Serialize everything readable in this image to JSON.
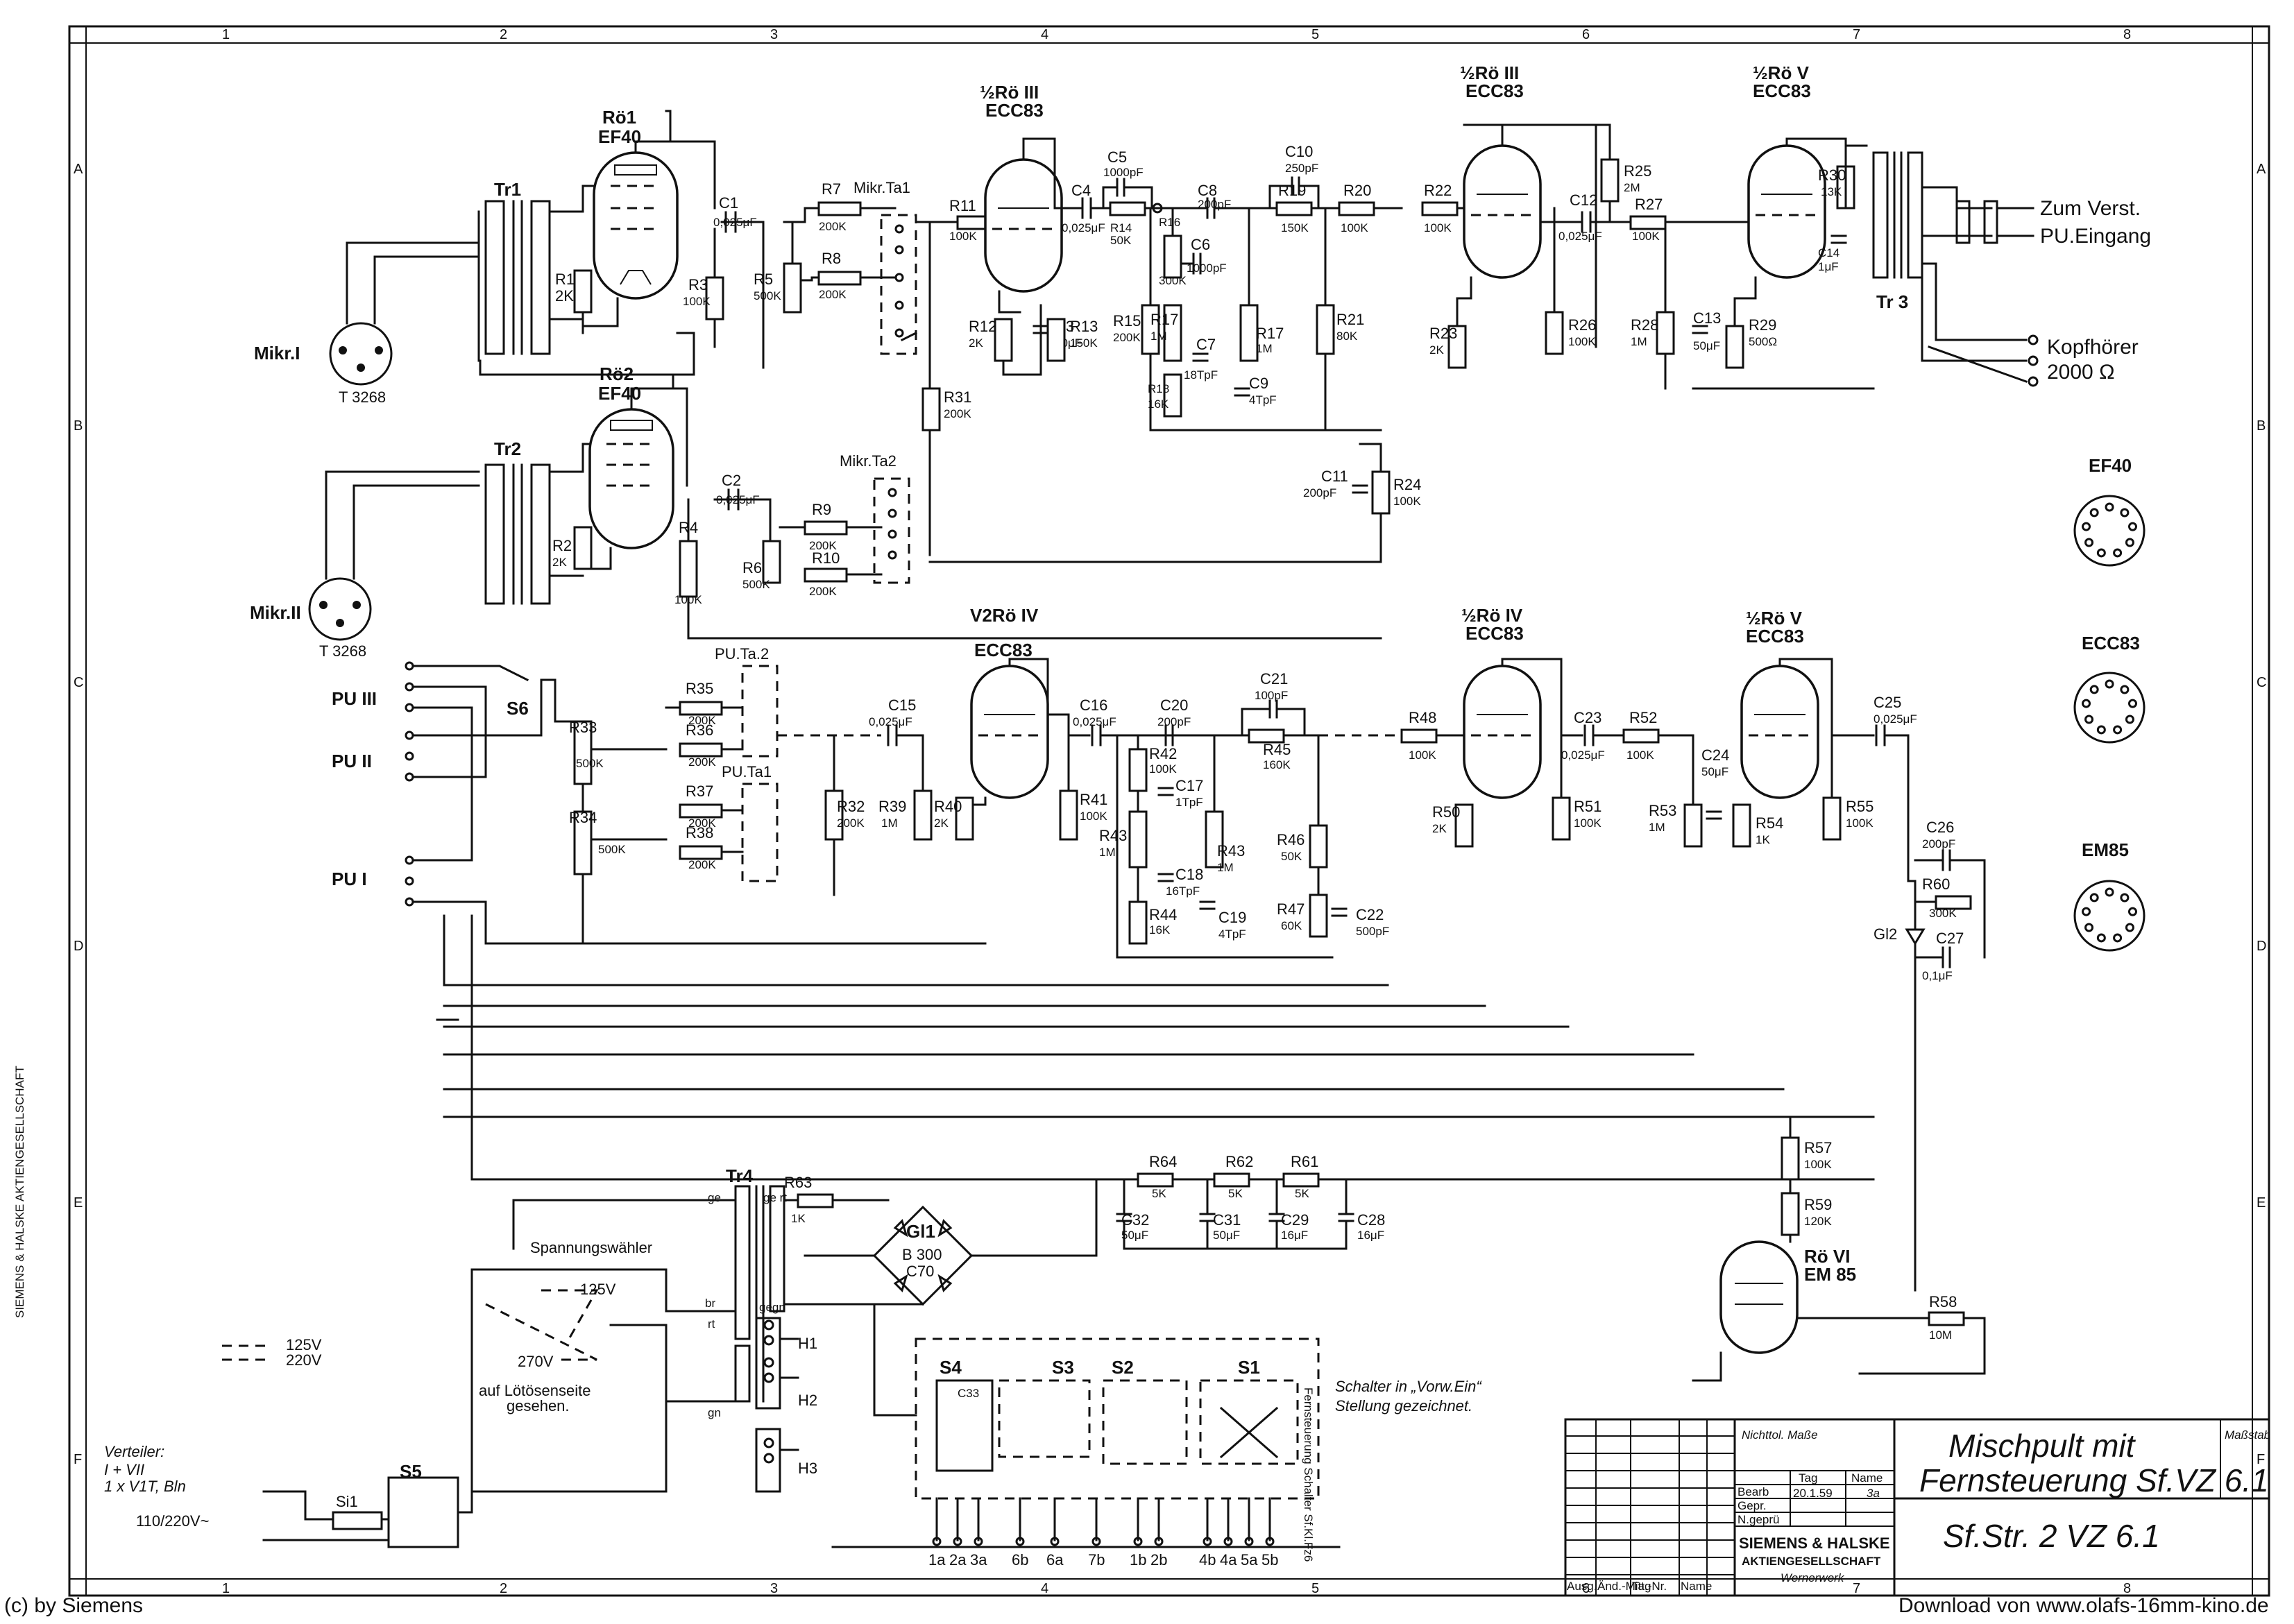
{
  "border": {
    "col_numbers": [
      "1",
      "2",
      "3",
      "4",
      "5",
      "6",
      "7",
      "8"
    ],
    "row_letters": [
      "A",
      "B",
      "C",
      "D",
      "E",
      "F"
    ]
  },
  "tubes": [
    {
      "id": "ro1",
      "top": "Rö1",
      "bottom": "EF40"
    },
    {
      "id": "ro2",
      "top": "Rö2",
      "bottom": "EF40"
    },
    {
      "id": "ro3a",
      "top": "½Rö III",
      "bottom": "ECC83"
    },
    {
      "id": "ro3b",
      "top": "½Rö III",
      "bottom": "ECC83"
    },
    {
      "id": "ro4a",
      "top": "V2Rö IV",
      "bottom": "ECC83"
    },
    {
      "id": "ro4b",
      "top": "½Rö IV",
      "bottom": "ECC83"
    },
    {
      "id": "ro5a",
      "top": "½Rö V",
      "bottom": "ECC83"
    },
    {
      "id": "ro5b",
      "top": "½Rö V",
      "bottom": "ECC83"
    },
    {
      "id": "ro6",
      "top": "Rö VI",
      "bottom": "EM 85"
    }
  ],
  "inputs": {
    "mikr1": "Mikr.I",
    "mikr1_socket": "T 3268",
    "mikr2": "Mikr.II",
    "mikr2_socket": "T 3268",
    "pu3": "PU III",
    "pu2": "PU II",
    "pu1": "PU I",
    "s6": "S6"
  },
  "outputs": {
    "zum_verst": "Zum Verst.",
    "pu_eingang": "PU.Eingang",
    "kopfhoerer": "Kopfhörer",
    "ohms": "2000 Ω",
    "tr3": "Tr 3"
  },
  "transformers": {
    "tr1": "Tr1",
    "tr2": "Tr2",
    "tr4": "Tr4"
  },
  "switches": {
    "mikr_ta1": "Mikr.Ta1",
    "mikr_ta2": "Mikr.Ta2",
    "pu_ta2": "PU.Ta.2",
    "pu_ta1": "PU.Ta1"
  },
  "components": {
    "c1": "C1",
    "c1v": "0,025μF",
    "r7": "R7",
    "r7v": "200K",
    "r8": "R8",
    "r8v": "200K",
    "r5": "R5",
    "r5v": "500K",
    "r3": "R3",
    "r3v": "100K",
    "r1": "R1",
    "r1v": "2K",
    "r11": "R11",
    "r11v": "100K",
    "r12": "R12",
    "r12v": "2K",
    "c3": "C3",
    "c3v": "10μF",
    "c4": "C4",
    "c4v": "0,025μF",
    "c5": "C5",
    "c5v": "1000pF",
    "r14": "R14",
    "r14v": "50K",
    "r13": "R13",
    "r13v": "150K",
    "r15": "R15",
    "r15v": "200K",
    "r16": "R16",
    "r16v": "300K",
    "c6": "C6",
    "c6v": "1000pF",
    "c8": "C8",
    "c8v": "200pF",
    "r17": "R17",
    "r17v": "1M",
    "c7": "C7",
    "c7v": "18TpF",
    "r18": "R18",
    "r18v": "16K",
    "c9": "C9",
    "c9v": "4TpF",
    "c10": "C10",
    "c10v": "250pF",
    "r19": "R19",
    "r19v": "150K",
    "r20": "R20",
    "r20v": "100K",
    "r21": "R21",
    "r21v": "80K",
    "c11": "C11",
    "c11v": "200pF",
    "r24": "R24",
    "r24v": "100K",
    "r22": "R22",
    "r22v": "100K",
    "r23": "R23",
    "r23v": "2K",
    "r26": "R26",
    "r26v": "100K",
    "r25": "R25",
    "r25v": "2M",
    "c12": "C12",
    "c12v": "0,025μF",
    "r27": "R27",
    "r27v": "100K",
    "r28": "R28",
    "r28v": "1M",
    "c13": "C13",
    "c13v": "50μF",
    "r29": "R29",
    "r29v": "500Ω",
    "r30": "R30",
    "r30v": "13K",
    "c14": "C14",
    "c14v": "1μF",
    "r31": "R31",
    "r31v": "200K",
    "c2": "C2",
    "c2v": "0,025μF",
    "r9": "R9",
    "r9v": "200K",
    "r10": "R10",
    "r10v": "200K",
    "r6": "R6",
    "r6v": "500K",
    "r4": "R4",
    "r4v": "100K",
    "r2": "R2",
    "r2v": "2K",
    "r35": "R35",
    "r35v": "200K",
    "r36": "R36",
    "r36v": "200K",
    "r37": "R37",
    "r37v": "200K",
    "r38": "R38",
    "r38v": "200K",
    "r33": "R33",
    "r33v": "500K",
    "r34": "R34",
    "r34v": "500K",
    "r32": "R32",
    "r32v": "200K",
    "c15": "C15",
    "c15v": "0,025μF",
    "r39": "R39",
    "r39v": "1M",
    "r40": "R40",
    "r40v": "2K",
    "r41": "R41",
    "r41v": "100K",
    "c16": "C16",
    "c16v": "0,025μF",
    "c20": "C20",
    "c20v": "200pF",
    "r42": "R42",
    "r42v": "100K",
    "c17": "C17",
    "c17v": "1TpF",
    "r43": "R43",
    "r43v": "1M",
    "c18": "C18",
    "c18v": "16TpF",
    "r44": "R44",
    "r44v": "16K",
    "c19": "C19",
    "c19v": "4TpF",
    "c21": "C21",
    "c21v": "100pF",
    "r45": "R45",
    "r45v": "160K",
    "r46": "R46",
    "r46v": "50K",
    "r47": "R47",
    "r47v": "60K",
    "c22": "C22",
    "c22v": "500pF",
    "r48": "R48",
    "r48v": "100K",
    "r50": "R50",
    "r50v": "2K",
    "r51": "R51",
    "r51v": "100K",
    "c23": "C23",
    "c23v": "0,025μF",
    "r52": "R52",
    "r52v": "100K",
    "r53": "R53",
    "r53v": "1M",
    "c24": "C24",
    "c24v": "50μF",
    "r54": "R54",
    "r54v": "1K",
    "r55": "R55",
    "r55v": "100K",
    "c25": "C25",
    "c25v": "0,025μF",
    "c26": "C26",
    "c26v": "200pF",
    "r60": "R60",
    "r60v": "300K",
    "gl2": "Gl2",
    "c27": "C27",
    "c27v": "0,1μF",
    "r63": "R63",
    "r63v": "1K",
    "gl1": "Gl1",
    "gl1v": "B 300",
    "gl1v2": "C70",
    "r64": "R64",
    "r64v": "5K",
    "r62": "R62",
    "r62v": "5K",
    "r61": "R61",
    "r61v": "5K",
    "c32": "C32",
    "c32v": "50μF",
    "c31": "C31",
    "c31v": "50μF",
    "c29": "C29",
    "c29v": "16μF",
    "c28": "C28",
    "c28v": "16μF",
    "r57": "R57",
    "r57v": "100K",
    "r59": "R59",
    "r59v": "120K",
    "r58": "R58",
    "r58v": "10M",
    "c33": "C33"
  },
  "power": {
    "spannungswaehler": "Spannungswähler",
    "v125": "125V",
    "v270": "270V",
    "auf_loetosenseite": "auf Lötösenseite",
    "gesehen": "gesehen.",
    "legend_125": "125V",
    "legend_220": "220V",
    "mains": "110/220V~",
    "si1": "Si1",
    "s5": "S5",
    "ge": "ge",
    "gegr": "ge rt",
    "br": "br",
    "gegn": "gegn",
    "rt": "rt",
    "gn": "gn",
    "h1": "H1",
    "h2": "H2",
    "h3": "H3"
  },
  "remote": {
    "s4": "S4",
    "s3": "S3",
    "s2": "S2",
    "s1": "S1",
    "fernsteuerung": "Fernsteuerung Schalter Sf.Kl.Fz6",
    "note1": "Schalter in „Vorw.Ein“",
    "note2": "Stellung gezeichnet.",
    "pins": [
      "1a",
      "2a",
      "3a",
      "6b",
      "6a",
      "7b",
      "1b",
      "2b",
      "4b",
      "4a",
      "5a",
      "5b"
    ]
  },
  "pinouts": {
    "ef40": "EF40",
    "ecc83": "ECC83",
    "em85": "EM85"
  },
  "side_text": {
    "verteiler": "Verteiler:",
    "vert1": "I + VII",
    "vert2": "1 x V1T, Bln",
    "siemens_vert": "SIEMENS & HALSKE AKTIENGESELLSCHAFT"
  },
  "title_block": {
    "nichttol": "Nichttol. Maße",
    "massstab": "Maßstab",
    "tag": "Tag",
    "name": "Name",
    "bearb": "Bearb",
    "gepr": "Gepr.",
    "norm": "N.geprü",
    "date": "20.1.59",
    "signer": "3a",
    "title1": "Mischpult mit",
    "title2": "Fernsteuerung Sf.VZ 6.1",
    "company1": "SIEMENS & HALSKE",
    "company2": "AKTIENGESELLSCHAFT",
    "company3": "Wernerwerk",
    "docno": "Sf.Str. 2  VZ 6.1",
    "foot": [
      "Ausg.",
      "Änd.-Mitt.-Nr.",
      "Tag",
      "Name"
    ]
  },
  "credits": {
    "left": "(c) by Siemens",
    "right": "Download von www.olafs-16mm-kino.de"
  }
}
